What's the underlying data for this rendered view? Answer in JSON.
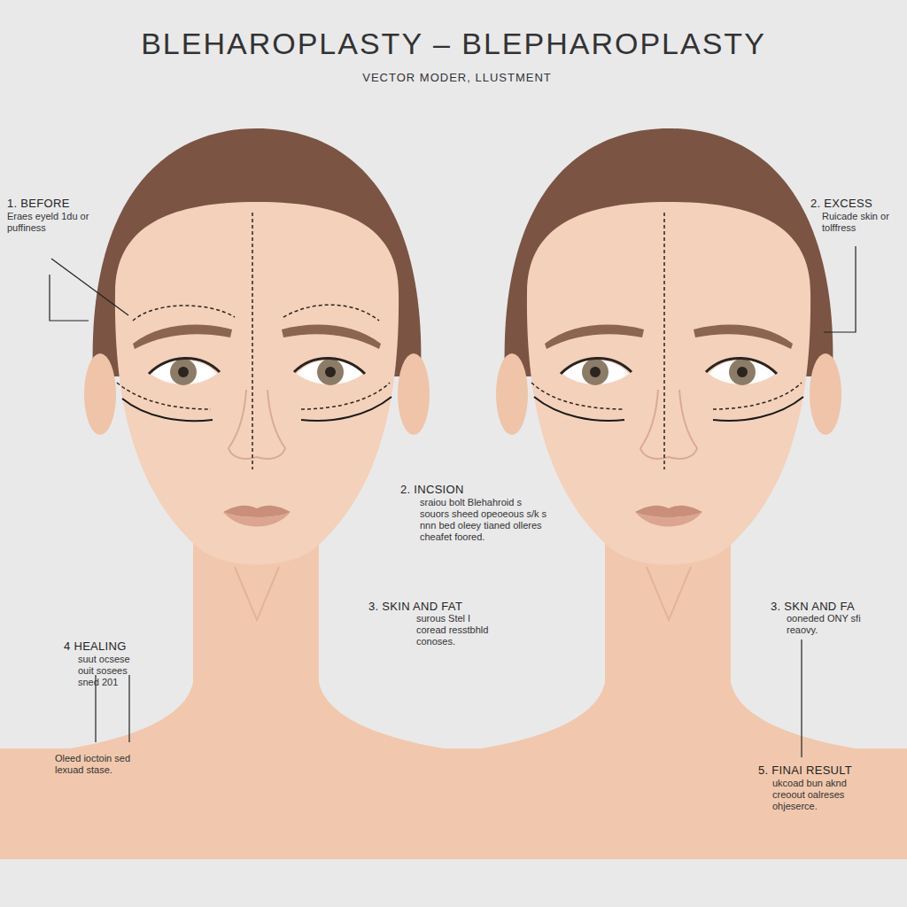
{
  "diagram": {
    "title": "BLEHAROPLASTY – BLEPHAROPLASTY",
    "labels": [
      "VECTOR MODER, LLUSTMENT",
      "1. BEFORE",
      "Eraes eyeld 1du or puffiness",
      "2. EXCESS",
      "Ruicade skin or tolffress",
      "2. INCSION",
      "sraiou bolt Blehahroid s souors sheed opeoeous s/k s nnn bed oleey tianed olleres cheafet foored.",
      "3. SKIN AND FAT",
      "surous Stel I coread resstbhld conoses.",
      "3. SKN AND FA",
      "ooneded ONY sfi reaovy.",
      "4 HEALING",
      "suut ocsese ouit sosees sned 201",
      "Oleed ioctoin sed lexuad stase.",
      "5. FINAI RESULT",
      "ukcoad bun aknd creoout oalreses ohjeserce."
    ]
  }
}
